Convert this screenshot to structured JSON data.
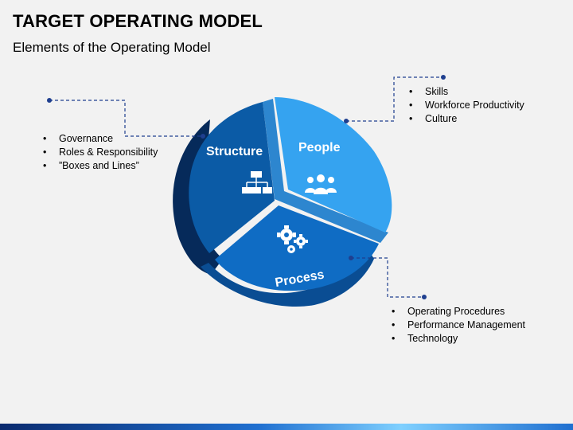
{
  "header": {
    "title": "TARGET OPERATING MODEL",
    "subtitle": "Elements of the Operating Model"
  },
  "segments": {
    "structure": {
      "label": "Structure",
      "icon": "org-chart-icon",
      "color": "#0b5ba6",
      "items": [
        "Governance",
        "Roles & Responsibility",
        "”Boxes and Lines”"
      ]
    },
    "people": {
      "label": "People",
      "icon": "people-group-icon",
      "color": "#35a3f0",
      "items": [
        "Skills",
        "Workforce Productivity",
        "Culture"
      ]
    },
    "process": {
      "label": "Process",
      "icon": "gears-icon",
      "color": "#0f6cc4",
      "items": [
        "Operating Procedures",
        "Performance Management",
        "Technology"
      ]
    }
  },
  "colors": {
    "connector": "#1f3f8f",
    "background": "#f2f2f2"
  }
}
